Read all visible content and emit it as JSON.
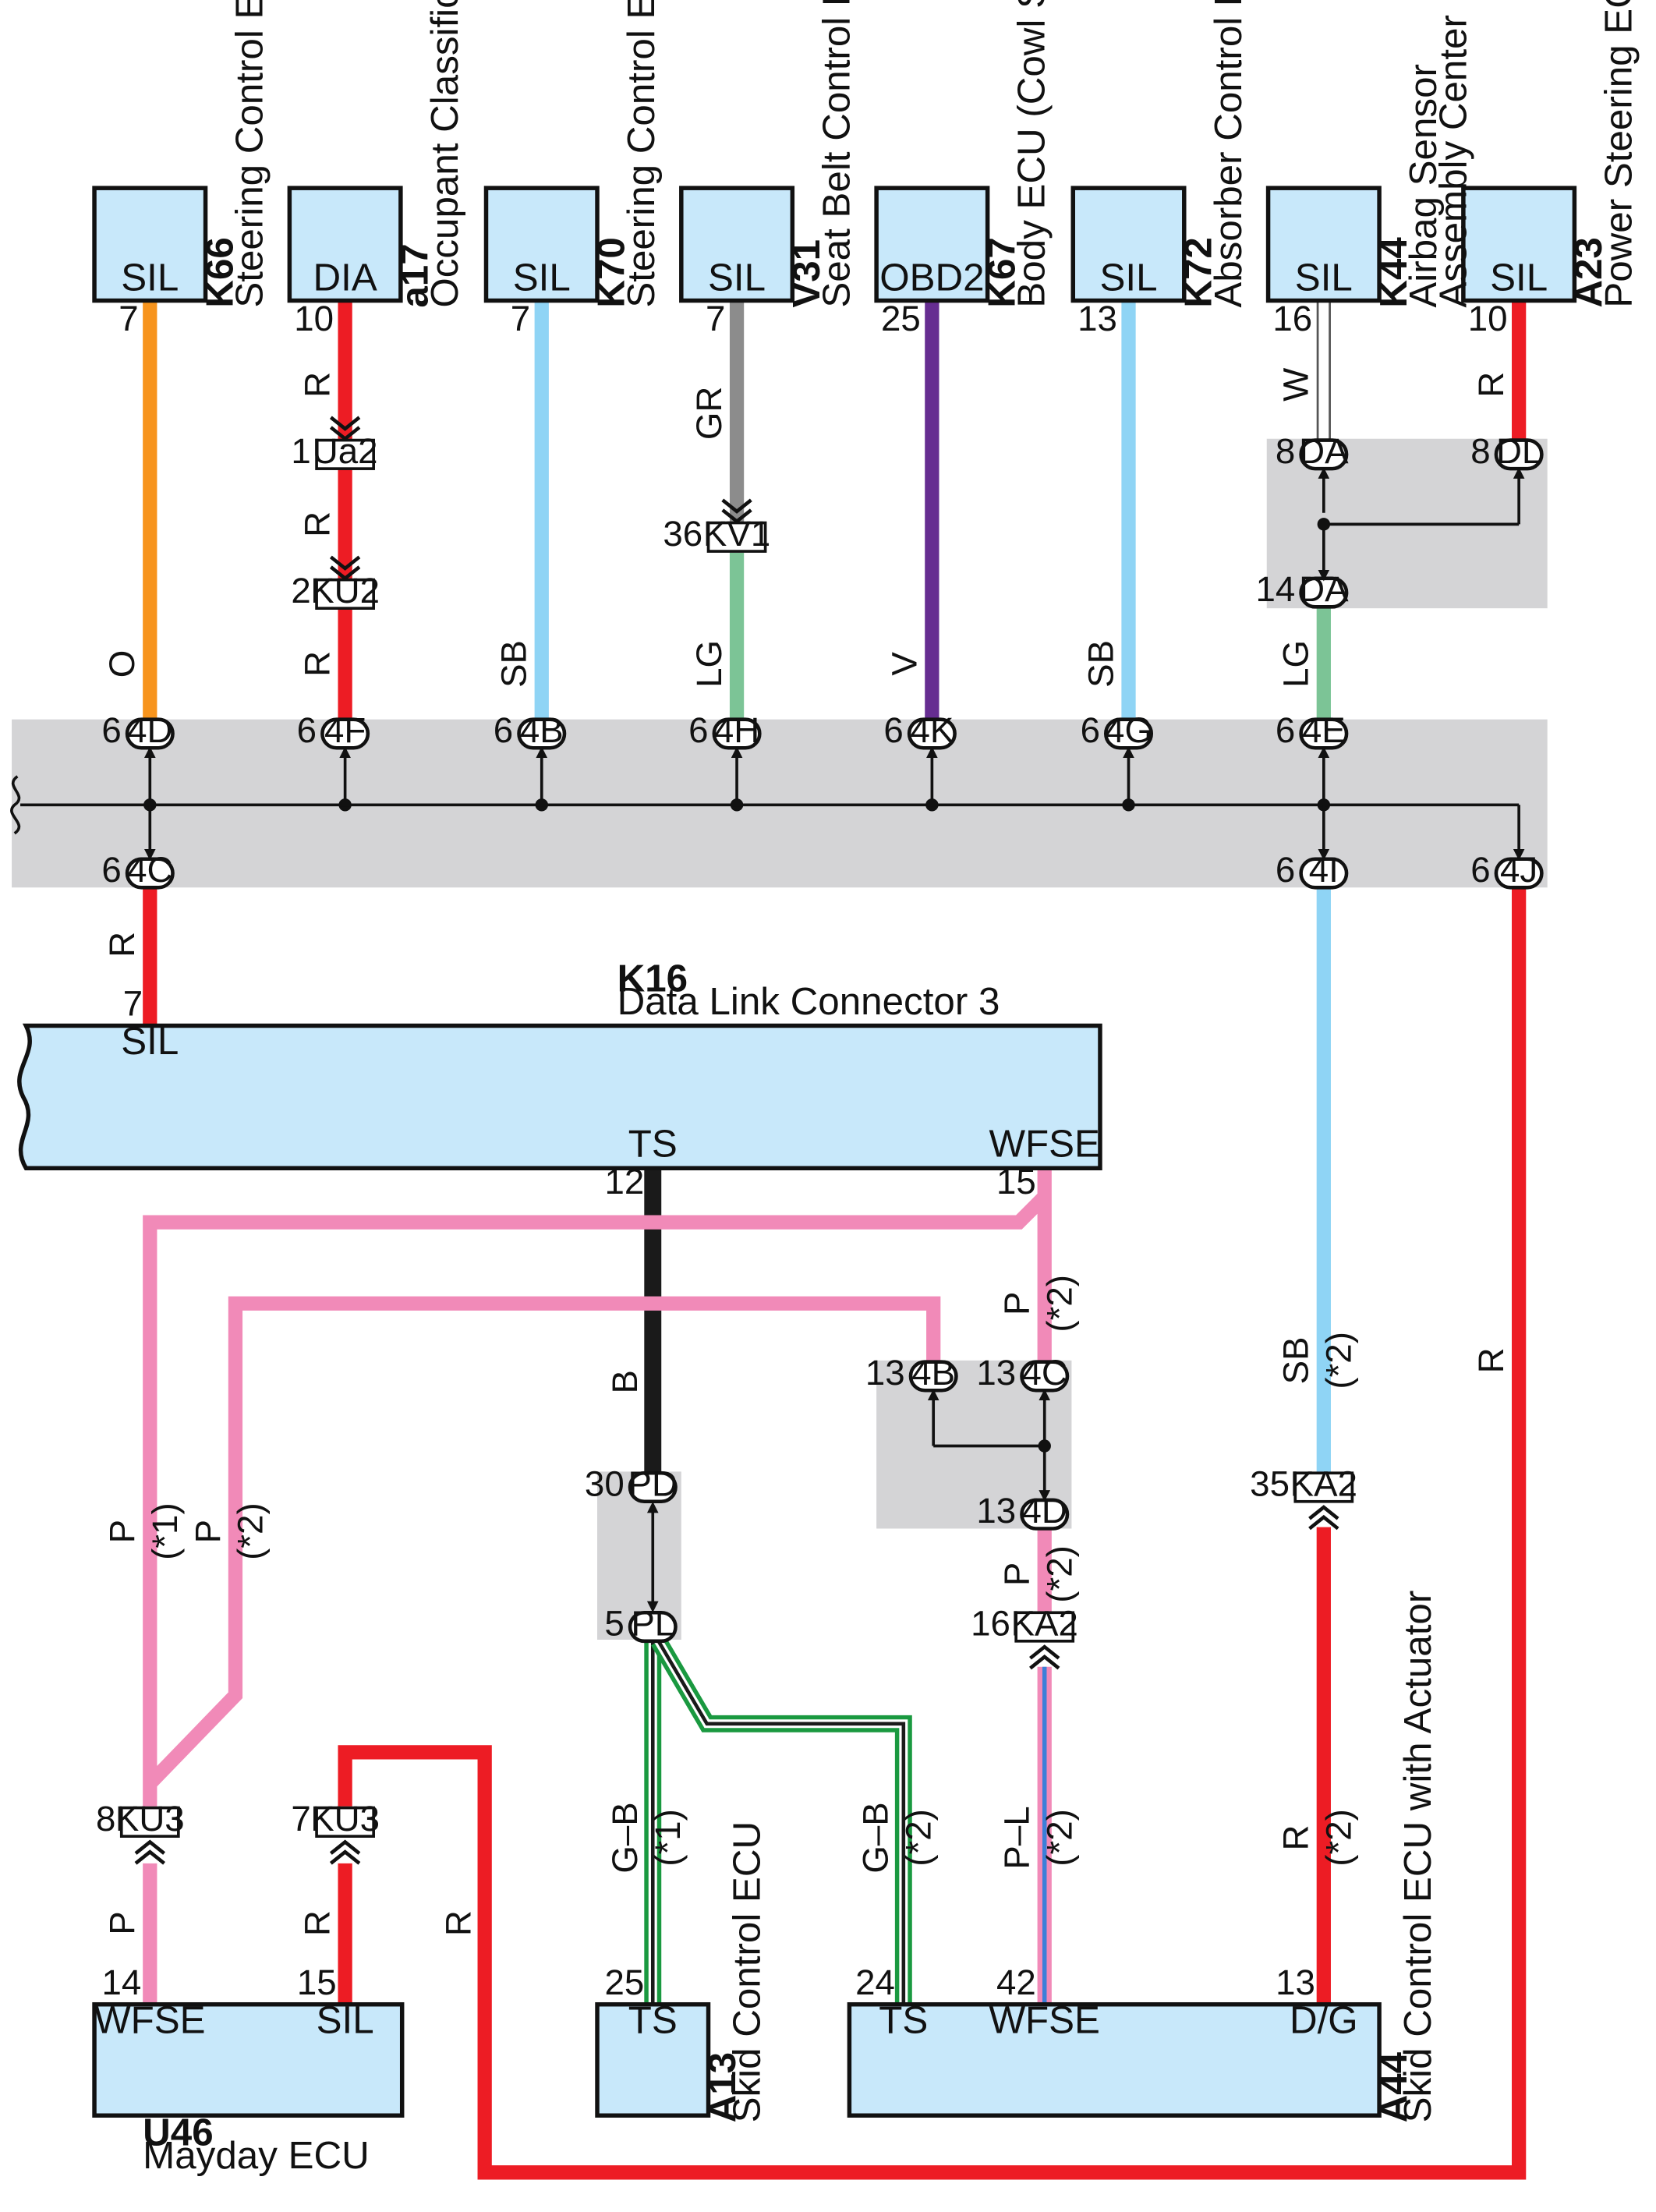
{
  "colors": {
    "orange": "#f7941d",
    "red": "#ed1c24",
    "sky_blue": "#8fd4f5",
    "gray": "#8c8c8c",
    "light_green": "#7cc496",
    "violet": "#662d91",
    "white": "#ffffff",
    "pink": "#f18ab8",
    "black": "#1a1a1a",
    "green": "#1a9940",
    "blue": "#3b7fd9",
    "ecu_fill": "#c8e8fa",
    "junction_fill": "#d4d4d6"
  },
  "top_ecus": [
    {
      "code": "K66",
      "name": "Steering Control ECU",
      "terminal": "SIL",
      "pin": "7",
      "wire_color": "O"
    },
    {
      "code": "a17",
      "name": "Occupant Classification ECU",
      "terminal": "DIA",
      "pin": "10",
      "wire_color": "R"
    },
    {
      "code": "K70",
      "name": "Steering Control ECU",
      "terminal": "SIL",
      "pin": "7",
      "wire_color": "SB"
    },
    {
      "code": "V31",
      "name": "Seat Belt Control ECU",
      "terminal": "SIL",
      "pin": "7",
      "wire_color": "GR"
    },
    {
      "code": "K67",
      "name": "Body ECU (Cowl Side J/B RH)",
      "terminal": "OBD2",
      "pin": "25",
      "wire_color": "V"
    },
    {
      "code": "K72",
      "name": "Absorber Control ECU",
      "terminal": "SIL",
      "pin": "13",
      "wire_color": "SB"
    },
    {
      "code": "K44",
      "name": [
        "Airbag Sensor",
        "Assembly Center"
      ],
      "terminal": "SIL",
      "pin": "16",
      "wire_color": "W"
    },
    {
      "code": "A23",
      "name": "Power Steering ECU",
      "terminal": "SIL",
      "pin": "10",
      "wire_color": "R"
    }
  ],
  "inline_connectors": {
    "ua2": {
      "name": "Ua2",
      "pin": "1"
    },
    "ku2": {
      "name": "KU2",
      "pin": "2"
    },
    "kv1": {
      "name": "KV1",
      "pin": "36"
    },
    "ka2_top": {
      "name": "KA2",
      "pin": "35"
    },
    "ka2_bottom": {
      "name": "KA2",
      "pin": "16"
    },
    "ku3_left": {
      "name": "KU3",
      "pin": "8"
    },
    "ku3_right": {
      "name": "KU3",
      "pin": "7"
    }
  },
  "segment_wire_colors": {
    "a17_mid": "R",
    "a17_low": "R",
    "v31_low": "LG",
    "da_low": "LG",
    "k66_low": "O",
    "k70_low": "SB",
    "k67_low": "V",
    "k72_low": "SB"
  },
  "upper_junction": {
    "da_top": {
      "name": "DA",
      "pin": "8"
    },
    "dl_top": {
      "name": "DL",
      "pin": "8"
    },
    "da_bottom": {
      "name": "DA",
      "pin": "14"
    }
  },
  "main_junction": {
    "top_row": [
      {
        "name": "4D",
        "pin": "6"
      },
      {
        "name": "4F",
        "pin": "6"
      },
      {
        "name": "4B",
        "pin": "6"
      },
      {
        "name": "4H",
        "pin": "6"
      },
      {
        "name": "4K",
        "pin": "6"
      },
      {
        "name": "4G",
        "pin": "6"
      },
      {
        "name": "4E",
        "pin": "6"
      }
    ],
    "bottom_row": [
      {
        "name": "4C",
        "pin": "6",
        "wire_color": "R"
      },
      {
        "name": "4I",
        "pin": "6",
        "wire_color": "SB"
      },
      {
        "name": "4J",
        "pin": "6",
        "wire_color": "R"
      }
    ]
  },
  "dlc3": {
    "code": "K16",
    "name": "Data Link Connector 3",
    "sil_pin": "7",
    "sil_label": "SIL",
    "ts_label": "TS",
    "ts_pin": "12",
    "wfse_label": "WFSE",
    "wfse_pin": "15"
  },
  "lower_junction_pd": {
    "pd": {
      "name": "PD",
      "pin": "30"
    },
    "pl": {
      "name": "PL",
      "pin": "5"
    }
  },
  "lower_junction_4x": {
    "b4b": {
      "name": "4B",
      "pin": "13"
    },
    "c4c": {
      "name": "4C",
      "pin": "13"
    },
    "d4d": {
      "name": "4D",
      "pin": "13"
    }
  },
  "wire_labels": {
    "ts_black": "B",
    "pink_p1": "P",
    "pink_p1_note": "(*1)",
    "pink_p2": "P",
    "pink_p2_note": "(*2)",
    "wfse_p_upper": "P",
    "wfse_p_upper_note": "(*2)",
    "wfse_p_lower": "P",
    "wfse_p_lower_note": "(*2)",
    "sb_4i": "SB",
    "sb_4i_note": "(*2)",
    "r_4j": "R",
    "r_bottom": "R",
    "ku3_left_p": "P",
    "ku3_right_r": "R",
    "gb_1": "G–B",
    "gb_1_note": "(*1)",
    "gb_2": "G–B",
    "gb_2_note": "(*2)",
    "pl_wire": "P–L",
    "pl_wire_note": "(*2)",
    "dg_r": "R",
    "dg_note": "(*2)"
  },
  "bottom_ecus": {
    "u46": {
      "code": "U46",
      "name": "Mayday ECU",
      "wfse_label": "WFSE",
      "wfse_pin": "14",
      "sil_label": "SIL",
      "sil_pin": "15"
    },
    "a13": {
      "code": "A13",
      "name": "Skid Control ECU",
      "ts_label": "TS",
      "ts_pin": "25"
    },
    "a44": {
      "code": "A44",
      "name": "Skid Control ECU with Actuator",
      "ts_label": "TS",
      "ts_pin": "24",
      "wfse_label": "WFSE",
      "wfse_pin": "42",
      "dg_label": "D/G",
      "dg_pin": "13"
    }
  }
}
